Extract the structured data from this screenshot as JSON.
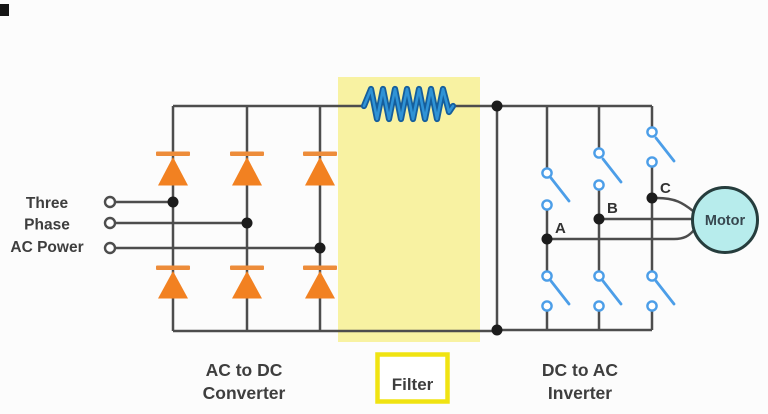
{
  "colors": {
    "bg": "#FCFCFC",
    "wire": "#4D4D4D",
    "dot": "#1C1C1C",
    "text": "#3E3E3E",
    "diode_orange": "#F28121",
    "diode_bar": "#ED8C3A",
    "switch_blue": "#4C9EE8",
    "coil_blue": "#2F93D6",
    "coil_blue_dark": "#155E9C",
    "filter_bg": "#F8F2A2",
    "filter_border": "#F0E312",
    "motor_fill": "#B7ECEC",
    "motor_stroke": "#263D3D"
  },
  "input": {
    "label_lines": [
      "Three",
      "Phase",
      "AC Power"
    ]
  },
  "sections": {
    "converter": {
      "line1": "AC to DC",
      "line2": "Converter"
    },
    "filter": {
      "label": "Filter"
    },
    "inverter": {
      "line1": "DC to AC",
      "line2": "Inverter"
    }
  },
  "phases": {
    "a": "A",
    "b": "B",
    "c": "C"
  },
  "motor": {
    "label": "Motor"
  }
}
